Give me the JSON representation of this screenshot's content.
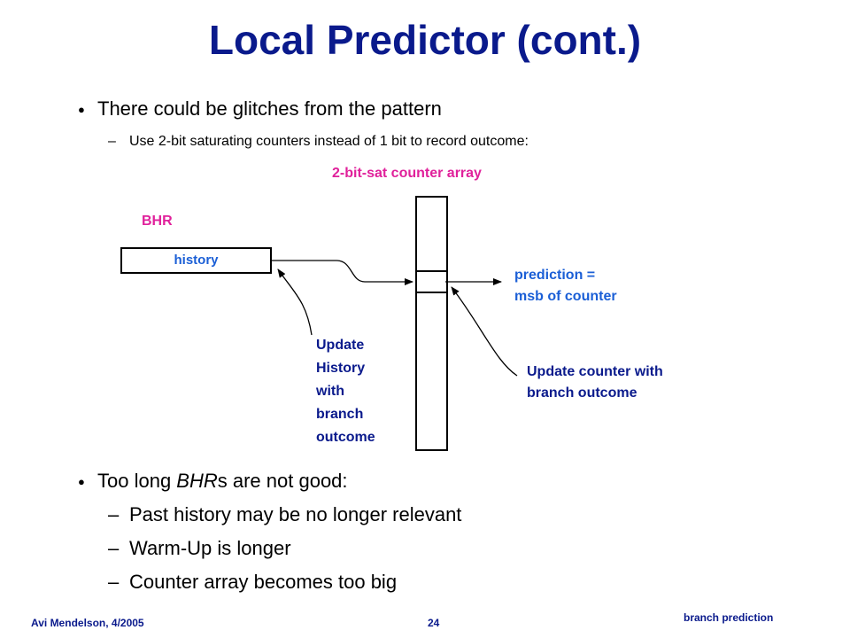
{
  "title": "Local Predictor (cont.)",
  "bullets": {
    "b1": "There could be glitches from the pattern",
    "b1_sub": "Use 2-bit saturating counters instead of 1 bit to record outcome:",
    "b2_pre": "Too long ",
    "b2_em": "BHR",
    "b2_post": "s are not good:",
    "b2_subs": [
      "Past history may be no longer relevant",
      "Warm-Up is longer",
      "Counter array becomes too big"
    ]
  },
  "diagram": {
    "array_label": "2-bit-sat counter array",
    "bhr_label": "BHR",
    "history_label": "history",
    "prediction_line1": "prediction =",
    "prediction_line2": "msb of counter",
    "update_history": [
      "Update",
      "History",
      "with",
      "branch",
      "outcome"
    ],
    "update_counter": [
      "Update counter with",
      "branch outcome"
    ]
  },
  "footer": {
    "author": "Avi Mendelson, 4/2005",
    "page": "24",
    "topic": "branch prediction"
  },
  "colors": {
    "title": "#0a1a8c",
    "magenta": "#e0219b",
    "blue": "#1b5fd6"
  }
}
